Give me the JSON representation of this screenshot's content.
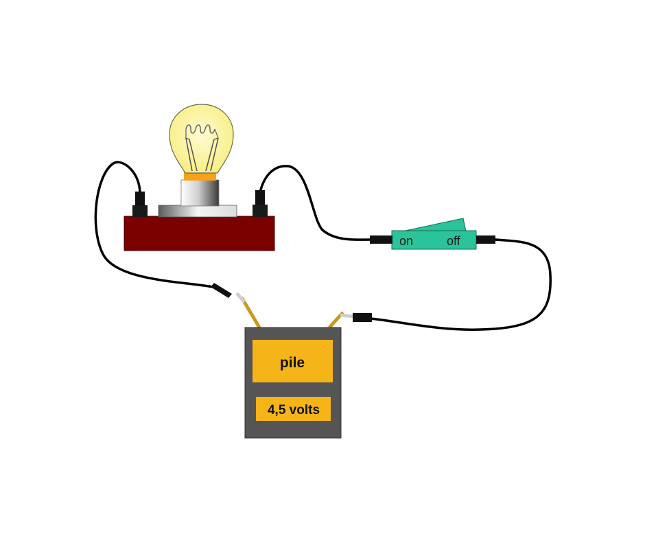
{
  "diagram": {
    "battery": {
      "label": "pile",
      "voltage": "4,5 volts"
    },
    "switch": {
      "on_label": "on",
      "off_label": "off"
    }
  },
  "colors": {
    "wire": "#000000",
    "bulb_glass": "#fbf49c",
    "bulb_collar": "#f7a21b",
    "lamp_base": "#7b0000",
    "switch_body": "#2bc39a",
    "battery_body": "#555555",
    "battery_label": "#f5b418",
    "battery_terminal": "#c99b1a"
  }
}
